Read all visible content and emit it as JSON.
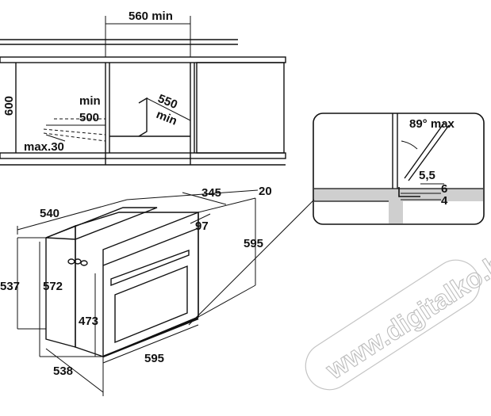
{
  "niche_view": {
    "width_min": "560 min",
    "height": "600",
    "depth_min_top": "min",
    "depth_min_value": "500",
    "depth_550": "550",
    "depth_550_min": "min",
    "vent_max": "max.30"
  },
  "detail_view": {
    "angle": "89° max",
    "gap": "5,5",
    "dim_6": "6",
    "dim_4": "4"
  },
  "oven_view": {
    "depth_540": "540",
    "depth_345": "345",
    "dim_20": "20",
    "dim_97": "97",
    "height_595": "595",
    "height_537": "537",
    "height_572": "572",
    "height_473": "473",
    "width_595": "595",
    "depth_538": "538"
  },
  "watermark": "www.digitalko.hu"
}
